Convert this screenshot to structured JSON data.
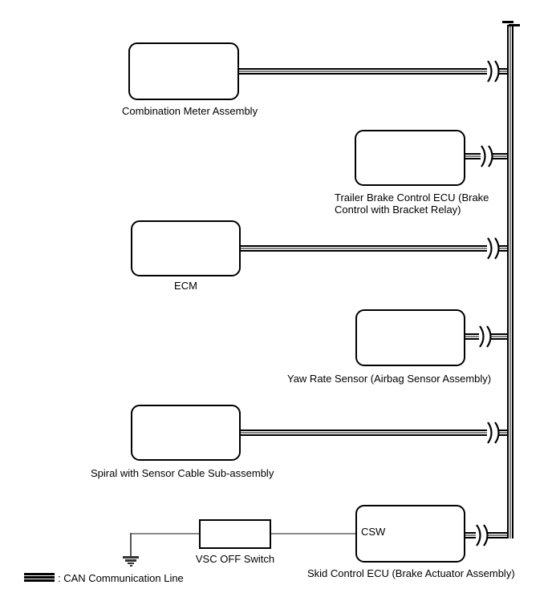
{
  "diagram": {
    "type": "wiring-diagram",
    "nodes": {
      "combination_meter": {
        "label": "Combination Meter Assembly"
      },
      "trailer_brake": {
        "line1": "Trailer Brake Control ECU (Brake",
        "line2": "Control with Bracket Relay)"
      },
      "ecm": {
        "label": "ECM"
      },
      "yaw_rate": {
        "label": "Yaw Rate Sensor (Airbag Sensor Assembly)"
      },
      "spiral": {
        "label": "Spiral with Sensor Cable Sub-assembly"
      },
      "vsc_off": {
        "label": "VSC OFF Switch"
      },
      "skid_control": {
        "label": "Skid Control ECU (Brake Actuator Assembly)",
        "pin": "CSW"
      }
    },
    "legend": {
      "label": ": CAN Communication Line"
    },
    "colors": {
      "can_line": "#000000",
      "thin_wire": "#8a8a8a",
      "background": "#ffffff"
    }
  }
}
